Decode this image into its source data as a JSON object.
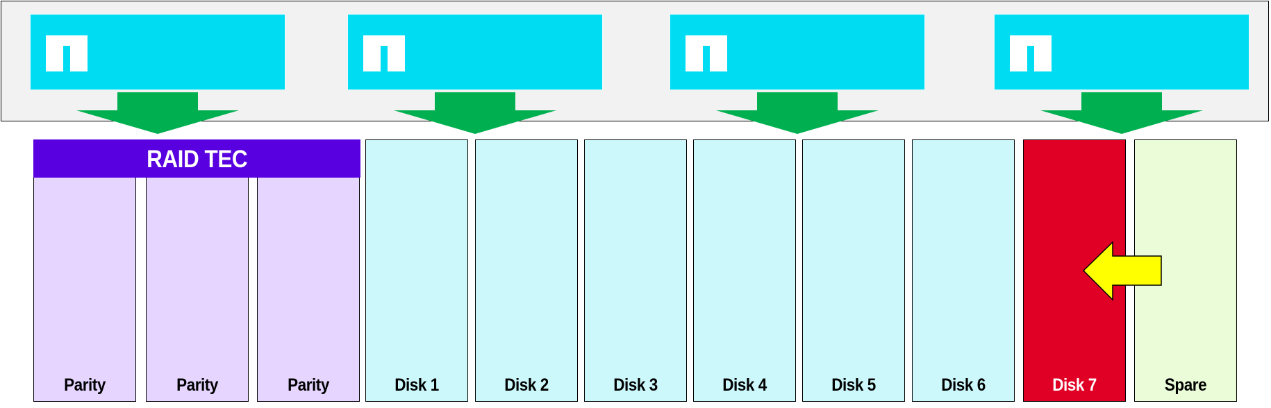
{
  "raid": {
    "title": "RAID TEC"
  },
  "disks": [
    {
      "label": "Parity",
      "role": "parity"
    },
    {
      "label": "Parity",
      "role": "parity"
    },
    {
      "label": "Parity",
      "role": "parity"
    },
    {
      "label": "Disk 1",
      "role": "data"
    },
    {
      "label": "Disk 2",
      "role": "data"
    },
    {
      "label": "Disk 3",
      "role": "data"
    },
    {
      "label": "Disk 4",
      "role": "data"
    },
    {
      "label": "Disk 5",
      "role": "data"
    },
    {
      "label": "Disk 6",
      "role": "data"
    },
    {
      "label": "Disk 7",
      "role": "failed"
    },
    {
      "label": "Spare",
      "role": "spare"
    }
  ],
  "icons": {
    "node": "netapp-logo-icon",
    "flow": "down-arrow-icon",
    "rebuild": "left-arrow-icon"
  },
  "colors": {
    "node": "#00dcf2",
    "flow_arrow": "#00b050",
    "raid_header": "#5800e0",
    "parity": "#e5d5ff",
    "data": "#ccf8fb",
    "failed": "#e10025",
    "spare": "#ebfdd8",
    "rebuild_arrow": "#ffff00"
  }
}
